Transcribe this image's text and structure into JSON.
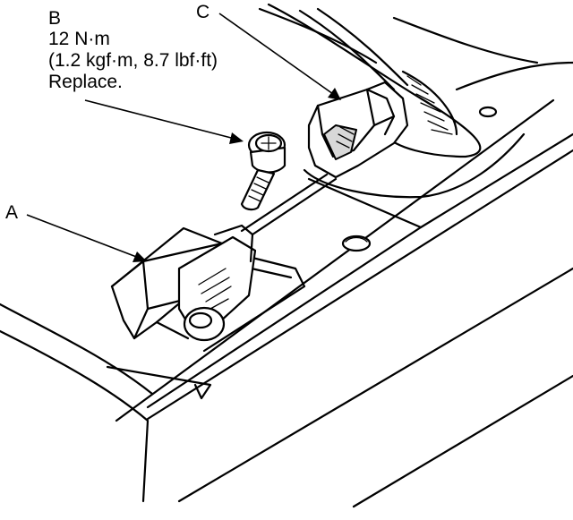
{
  "callouts": {
    "a": {
      "letter": "A"
    },
    "b": {
      "letter": "B",
      "torque": "12 N·m",
      "torque_alt": "(1.2 kgf·m, 8.7 lbf·ft)",
      "note": "Replace."
    },
    "c": {
      "letter": "C"
    }
  }
}
